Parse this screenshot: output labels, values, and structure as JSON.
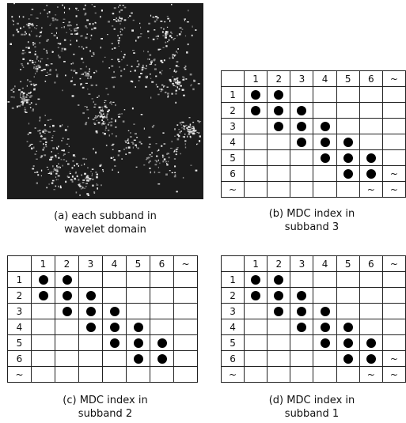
{
  "panels": [
    {
      "id": "a",
      "caption": [
        "(a) each subband in",
        "wavelet domain"
      ]
    },
    {
      "id": "b",
      "caption": [
        "(b) MDC index in",
        "subband 3"
      ]
    },
    {
      "id": "c",
      "caption": [
        "(c) MDC index in",
        "subband 2"
      ]
    },
    {
      "id": "d",
      "caption": [
        "(d) MDC index in",
        "subband 1"
      ]
    }
  ],
  "table": {
    "col_headers": [
      "1",
      "2",
      "3",
      "4",
      "5",
      "6",
      "~"
    ],
    "row_headers": [
      "1",
      "2",
      "3",
      "4",
      "5",
      "6",
      "~"
    ],
    "dot_symbol": "●",
    "cells": [
      [
        "●",
        "●",
        "",
        "",
        "",
        "",
        ""
      ],
      [
        "●",
        "●",
        "●",
        "",
        "",
        "",
        ""
      ],
      [
        "",
        "●",
        "●",
        "●",
        "",
        "",
        ""
      ],
      [
        "",
        "",
        "●",
        "●",
        "●",
        "",
        ""
      ],
      [
        "",
        "",
        "",
        "●",
        "●",
        "●",
        ""
      ],
      [
        "",
        "",
        "",
        "",
        "●",
        "●",
        "~"
      ],
      [
        "",
        "",
        "",
        "",
        "",
        "~",
        "~"
      ]
    ]
  },
  "tables_cells": {
    "b": [
      [
        "●",
        "●",
        "",
        "",
        "",
        "",
        ""
      ],
      [
        "●",
        "●",
        "●",
        "",
        "",
        "",
        ""
      ],
      [
        "",
        "●",
        "●",
        "●",
        "",
        "",
        ""
      ],
      [
        "",
        "",
        "●",
        "●",
        "●",
        "",
        ""
      ],
      [
        "",
        "",
        "",
        "●",
        "●",
        "●",
        ""
      ],
      [
        "",
        "",
        "",
        "",
        "●",
        "●",
        "~"
      ],
      [
        "",
        "",
        "",
        "",
        "",
        "~",
        "~"
      ]
    ],
    "c": [
      [
        "●",
        "●",
        "",
        "",
        "",
        "",
        ""
      ],
      [
        "●",
        "●",
        "●",
        "",
        "",
        "",
        ""
      ],
      [
        "",
        "●",
        "●",
        "●",
        "",
        "",
        ""
      ],
      [
        "",
        "",
        "●",
        "●",
        "●",
        "",
        ""
      ],
      [
        "",
        "",
        "",
        "●",
        "●",
        "●",
        ""
      ],
      [
        "",
        "",
        "",
        "",
        "●",
        "●",
        ""
      ],
      [
        "",
        "",
        "",
        "",
        "",
        "",
        ""
      ]
    ],
    "d": [
      [
        "●",
        "●",
        "",
        "",
        "",
        "",
        ""
      ],
      [
        "●",
        "●",
        "●",
        "",
        "",
        "",
        ""
      ],
      [
        "",
        "●",
        "●",
        "●",
        "",
        "",
        ""
      ],
      [
        "",
        "",
        "●",
        "●",
        "●",
        "",
        ""
      ],
      [
        "",
        "",
        "",
        "●",
        "●",
        "●",
        ""
      ],
      [
        "",
        "",
        "",
        "",
        "●",
        "●",
        "~"
      ],
      [
        "",
        "",
        "",
        "",
        "",
        "~",
        "~"
      ]
    ]
  },
  "colors": {
    "image_background": "#1c1c1c",
    "speckle": "#e8e8e8",
    "grid": "#222222",
    "dot": "#000000"
  }
}
